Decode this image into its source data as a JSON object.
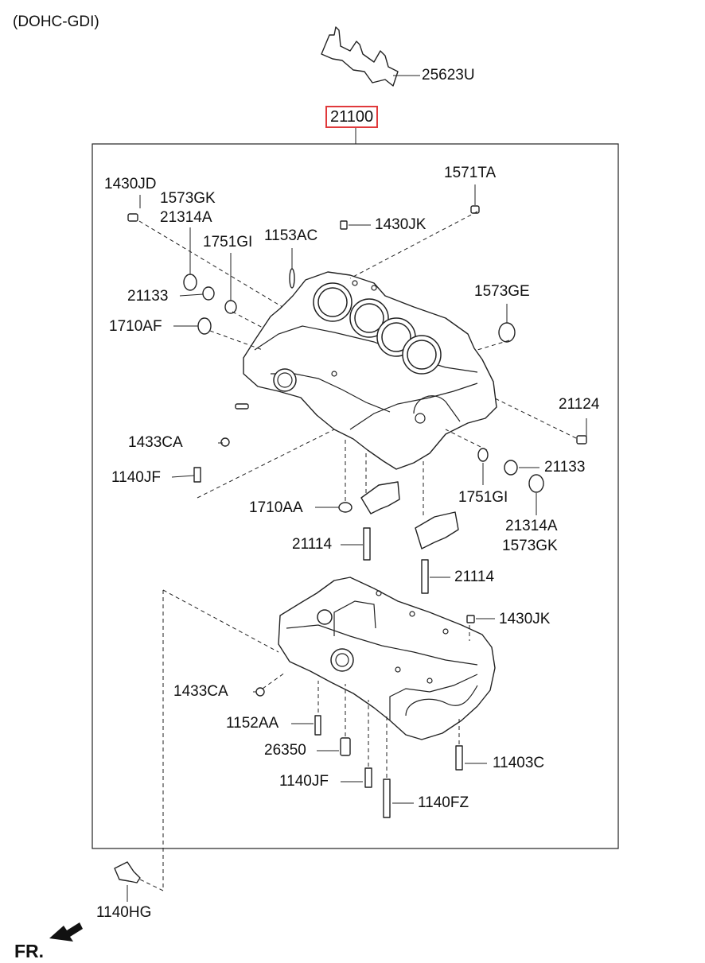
{
  "header": {
    "engine": "(DOHC-GDI)",
    "front_mark": "FR."
  },
  "assembly": {
    "number": "21100",
    "highlight_color": "#e0393b"
  },
  "labels": {
    "p25623U": "25623U",
    "p1430JD": "1430JD",
    "p1573GK_top": "1573GK",
    "p21314A_top": "21314A",
    "p1751GI_top": "1751GI",
    "p1153AC": "1153AC",
    "p1430JK_top": "1430JK",
    "p1571TA": "1571TA",
    "p21133_left": "21133",
    "p1573GE": "1573GE",
    "p1710AF": "1710AF",
    "p21124": "21124",
    "p1433CA_top": "1433CA",
    "p21133_right": "21133",
    "p1140JF_top": "1140JF",
    "p1751GI_right": "1751GI",
    "p1710AA": "1710AA",
    "p21314A_right": "21314A",
    "p1573GK_right": "1573GK",
    "p21114_left": "21114",
    "p21114_right": "21114",
    "p1430JK_bottom": "1430JK",
    "p1433CA_bottom": "1433CA",
    "p1152AA": "1152AA",
    "p26350": "26350",
    "p11403C": "11403C",
    "p1140JF_bottom": "1140JF",
    "p1140FZ": "1140FZ",
    "p1140HG": "1140HG"
  }
}
